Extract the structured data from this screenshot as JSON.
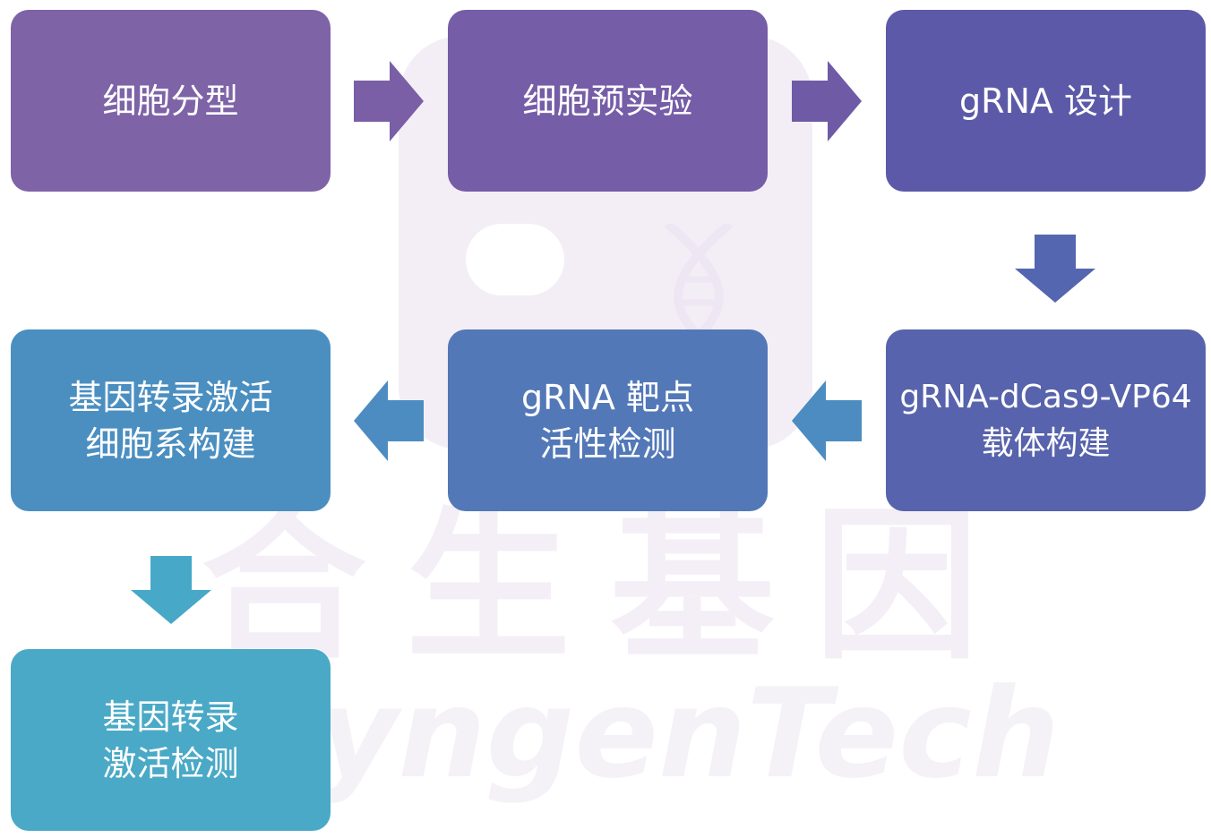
{
  "watermark": {
    "cn_text": "合生基因",
    "en_text": "SyngenTech"
  },
  "steps": [
    {
      "id": "cell-typing",
      "lines": [
        "细胞分型"
      ],
      "color": "#7e63a7"
    },
    {
      "id": "cell-pretest",
      "lines": [
        "细胞预实验"
      ],
      "color": "#765da7"
    },
    {
      "id": "grna-design",
      "lines": [
        "gRNA 设计"
      ],
      "color": "#5c5aa8"
    },
    {
      "id": "vector",
      "lines": [
        "gRNA-dCas9-VP64",
        "载体构建"
      ],
      "color": "#5763ac"
    },
    {
      "id": "grna-activity",
      "lines": [
        "gRNA 靶点",
        "活性检测"
      ],
      "color": "#5378b8"
    },
    {
      "id": "cell-line",
      "lines": [
        "基因转录激活",
        "细胞系构建"
      ],
      "color": "#4b8fc1"
    },
    {
      "id": "activation",
      "lines": [
        "基因转录",
        "激活检测"
      ],
      "color": "#4aa9c6"
    }
  ],
  "arrows": [
    {
      "from": "cell-typing",
      "to": "cell-pretest",
      "direction": "right",
      "color": "#7a5fa6"
    },
    {
      "from": "cell-pretest",
      "to": "grna-design",
      "direction": "right",
      "color": "#6f5aa6"
    },
    {
      "from": "grna-design",
      "to": "vector",
      "direction": "down",
      "color": "#5466b0"
    },
    {
      "from": "vector",
      "to": "grna-activity",
      "direction": "left",
      "color": "#4c8cc0"
    },
    {
      "from": "grna-activity",
      "to": "cell-line",
      "direction": "left",
      "color": "#4d8cc1"
    },
    {
      "from": "cell-line",
      "to": "activation",
      "direction": "down",
      "color": "#47a8c8"
    }
  ]
}
